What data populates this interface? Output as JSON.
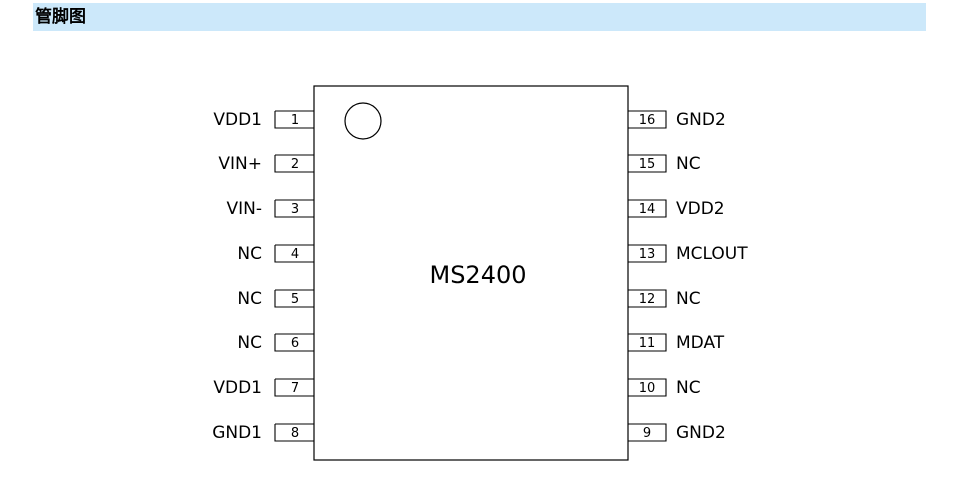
{
  "header": {
    "title": "管脚图",
    "background": "#cce8fa"
  },
  "chip": {
    "name": "MS2400"
  },
  "left_pins": [
    {
      "number": "1",
      "name": "VDD1"
    },
    {
      "number": "2",
      "name": "VIN+"
    },
    {
      "number": "3",
      "name": "VIN-"
    },
    {
      "number": "4",
      "name": "NC"
    },
    {
      "number": "5",
      "name": "NC"
    },
    {
      "number": "6",
      "name": "NC"
    },
    {
      "number": "7",
      "name": "VDD1"
    },
    {
      "number": "8",
      "name": "GND1"
    }
  ],
  "right_pins": [
    {
      "number": "16",
      "name": "GND2"
    },
    {
      "number": "15",
      "name": "NC"
    },
    {
      "number": "14",
      "name": "VDD2"
    },
    {
      "number": "13",
      "name": "MCLOUT"
    },
    {
      "number": "12",
      "name": "NC"
    },
    {
      "number": "11",
      "name": "MDAT"
    },
    {
      "number": "10",
      "name": "NC"
    },
    {
      "number": "9",
      "name": "GND2"
    }
  ]
}
